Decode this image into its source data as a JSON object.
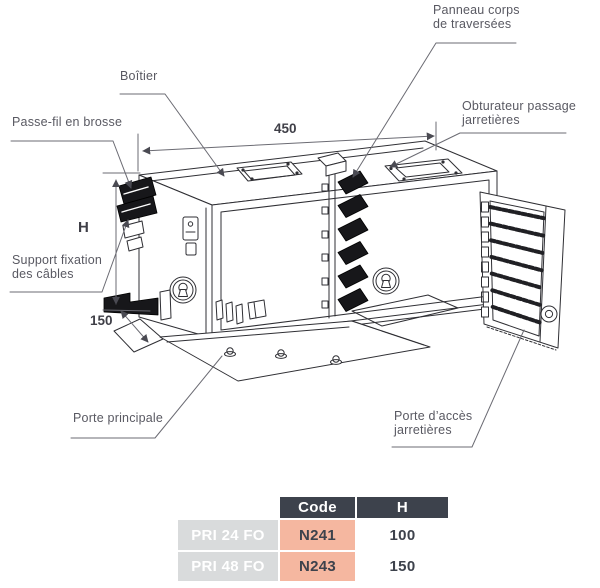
{
  "diagram": {
    "labels": {
      "boitier": "Boîtier",
      "passe_fil_en_brosse": "Passe-fil en brosse",
      "panneau_corps": [
        "Panneau corps",
        "de traversées"
      ],
      "obturateur": [
        "Obturateur passage",
        "jarretières"
      ],
      "support_fixation": [
        "Support fixation",
        "des câbles"
      ],
      "porte_principale": "Porte principale",
      "porte_acces": [
        "Porte d’accès",
        "jarretières"
      ]
    },
    "dimensions": {
      "width_mm": "450",
      "height_symbol": "H",
      "depth_mm": "150"
    }
  },
  "table": {
    "headers": {
      "empty": "",
      "code": "Code",
      "h": "H"
    },
    "rows": [
      {
        "model": "PRI 24 FO",
        "code": "N241",
        "h": "100"
      },
      {
        "model": "PRI 48 FO",
        "code": "N243",
        "h": "150"
      }
    ],
    "colors": {
      "header_bg": "#3d424c",
      "model_bg": "#d9dbdc",
      "code_bg": "#f5b7a0",
      "text_dark": "#3d424c"
    }
  }
}
